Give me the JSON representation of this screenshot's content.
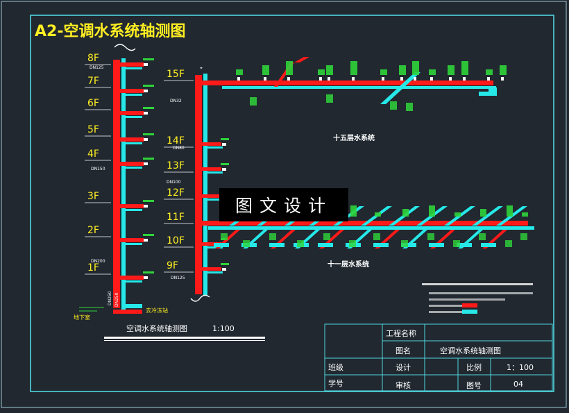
{
  "title": "A2-空调水系统轴测图",
  "left_riser": {
    "floors": [
      "8F",
      "7F",
      "6F",
      "5F",
      "4F",
      "3F",
      "2F",
      "1F"
    ],
    "pipe_labels": [
      "DN125",
      "DN150",
      "DN200",
      "DN250",
      "DN250"
    ],
    "bottom_label": "去冷冻站",
    "basement_label": "地下室"
  },
  "right_riser": {
    "floors": [
      "15F",
      "14F",
      "13F",
      "12F",
      "11F",
      "10F",
      "9F"
    ],
    "pipe_labels": [
      "DN32",
      "DN80",
      "DN100",
      "DN125"
    ]
  },
  "system_labels": {
    "upper": "十五层水系统",
    "lower": "十一层水系统"
  },
  "caption": {
    "name": "空调水系统轴测图",
    "scale": "1:100"
  },
  "watermark": "图文设计",
  "title_block": {
    "project_name_label": "工程名称",
    "drawing_name_label": "图名",
    "drawing_name": "空调水系统轴测图",
    "class_label": "班级",
    "design_label": "设计",
    "scale_label": "比例",
    "scale_value": "1：100",
    "student_id_label": "学号",
    "review_label": "审核",
    "drawing_no_label": "图号",
    "drawing_no": "04"
  },
  "colors": {
    "background": "#212830",
    "border": "#4fd8df",
    "supply": "#ff1a1a",
    "return": "#26e8e8",
    "annotation": "#2fd43a",
    "label": "#ffffff",
    "title": "#ffee22"
  }
}
